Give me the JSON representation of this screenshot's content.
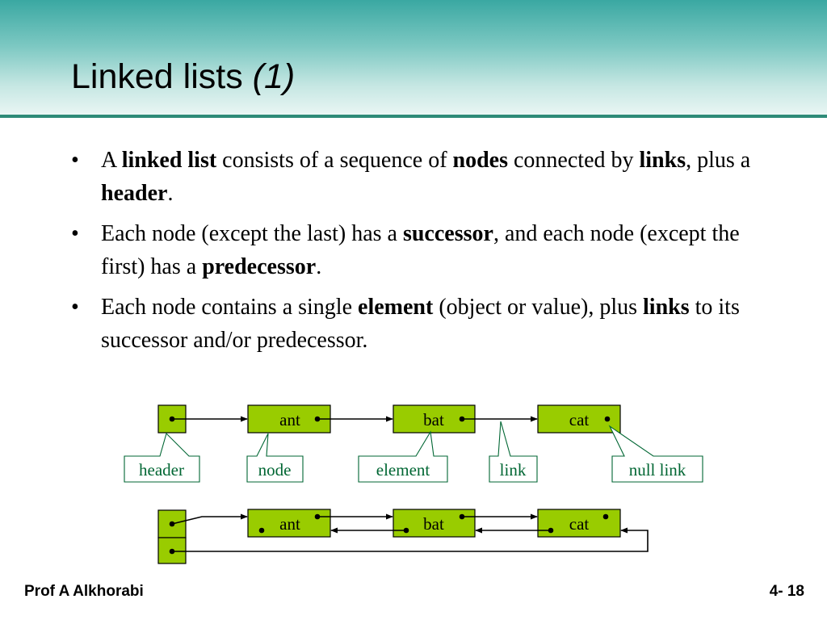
{
  "slide": {
    "title": "Linked lists",
    "title_suffix": "(1)",
    "bullet_glyph": "•",
    "bullets": [
      [
        {
          "text": "A ",
          "bold": false
        },
        {
          "text": "linked list",
          "bold": true
        },
        {
          "text": " consists of a sequence of ",
          "bold": false
        },
        {
          "text": "nodes",
          "bold": true
        },
        {
          "text": " connected by ",
          "bold": false
        },
        {
          "text": "links",
          "bold": true
        },
        {
          "text": ", plus a ",
          "bold": false
        },
        {
          "text": "header",
          "bold": true
        },
        {
          "text": ".",
          "bold": false
        }
      ],
      [
        {
          "text": "Each node (except the last) has a ",
          "bold": false
        },
        {
          "text": "successor",
          "bold": true
        },
        {
          "text": ", and each node (except the first) has a ",
          "bold": false
        },
        {
          "text": "predecessor",
          "bold": true
        },
        {
          "text": ".",
          "bold": false
        }
      ],
      [
        {
          "text": "Each node contains a single ",
          "bold": false
        },
        {
          "text": "element",
          "bold": true
        },
        {
          "text": " (object or value), plus ",
          "bold": false
        },
        {
          "text": "links",
          "bold": true
        },
        {
          "text": " to its successor and/or predecessor.",
          "bold": false
        }
      ]
    ]
  },
  "diagram": {
    "singly_linked": {
      "nodes": [
        "ant",
        "bat",
        "cat"
      ]
    },
    "callouts": {
      "header": "header",
      "node": "node",
      "element": "element",
      "link": "link",
      "null_link": "null link"
    },
    "doubly_linked": {
      "nodes": [
        "ant",
        "bat",
        "cat"
      ]
    },
    "colors": {
      "node_fill": "#99cc00",
      "callout_text": "#006633",
      "callout_border": "#006633"
    }
  },
  "footer": {
    "author": "Prof A Alkhorabi",
    "page": "4- 18"
  }
}
